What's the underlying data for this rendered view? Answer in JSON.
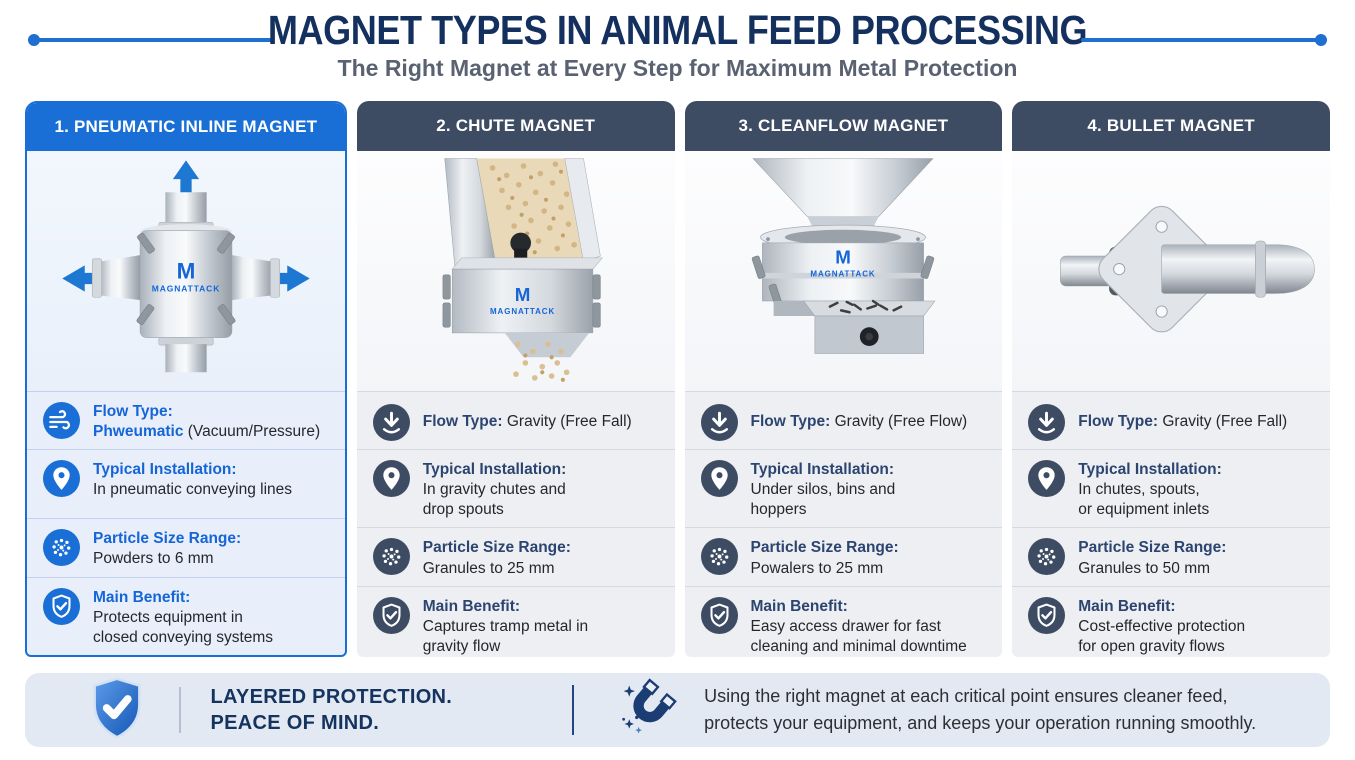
{
  "page": {
    "accent_blue": "#1a6fd6",
    "slate": "#3e4c63",
    "navy": "#14305e"
  },
  "header": {
    "title": "MAGNET TYPES IN ANIMAL FEED PROCESSING",
    "subtitle": "The Right Magnet at Every Step for Maximum Metal Protection"
  },
  "brand": "MAGNATTACK",
  "brand_m": "M",
  "columns": [
    {
      "title": "1. PNEUMATIC INLINE MAGNET",
      "specs": [
        {
          "icon": "wind-icon",
          "label": "Flow Type:",
          "accent": "\nPhweumatic",
          "value": " (Vacuum/Pressure)"
        },
        {
          "icon": "location-pin-icon",
          "label": "Typical Installation:",
          "accent": "",
          "value": "\nIn pneumatic conveying lines"
        },
        {
          "icon": "particles-icon",
          "label": "Particle Size Range:",
          "accent": "",
          "value": "\nPowders to 6 mm"
        },
        {
          "icon": "shield-check-icon",
          "label": "Main Benefit:",
          "accent": "",
          "value": "\nProtects equipment in\nclosed conveying systems"
        }
      ]
    },
    {
      "title": "2. CHUTE MAGNET",
      "specs": [
        {
          "icon": "down-arrow-icon",
          "label": "Flow Type:",
          "accent": "",
          "value": " Gravity (Free Fall)"
        },
        {
          "icon": "location-pin-icon",
          "label": "Typical Installation:",
          "accent": "",
          "value": "\nIn gravity chutes and\ndrop spouts"
        },
        {
          "icon": "particles-icon",
          "label": "Particle Size Range:",
          "accent": "",
          "value": "\nGranules to 25 mm"
        },
        {
          "icon": "shield-check-icon",
          "label": "Main Benefit:",
          "accent": "",
          "value": "\nCaptures tramp metal in\ngravity flow"
        }
      ]
    },
    {
      "title": "3. CLEANFLOW MAGNET",
      "specs": [
        {
          "icon": "down-arrow-icon",
          "label": "Flow Type:",
          "accent": "",
          "value": " Gravity (Free Flow)"
        },
        {
          "icon": "location-pin-icon",
          "label": "Typical Installation:",
          "accent": "",
          "value": "\nUnder silos, bins and\nhoppers"
        },
        {
          "icon": "particles-icon",
          "label": "Particle Size Range:",
          "accent": "",
          "value": "\nPowalers to 25 mm"
        },
        {
          "icon": "shield-check-icon",
          "label": "Main Benefit:",
          "accent": "",
          "value": "\nEasy access drawer for fast\ncleaning and minimal downtime"
        }
      ]
    },
    {
      "title": "4. BULLET MAGNET",
      "specs": [
        {
          "icon": "down-arrow-icon",
          "label": "Flow Type:",
          "accent": "",
          "value": " Gravity (Free Fall)"
        },
        {
          "icon": "location-pin-icon",
          "label": "Typical Installation:",
          "accent": "",
          "value": "\nIn chutes, spouts,\nor equipment inlets"
        },
        {
          "icon": "particles-icon",
          "label": "Particle Size Range:",
          "accent": "",
          "value": "\nGranules to 50 mm"
        },
        {
          "icon": "shield-check-icon",
          "label": "Main Benefit:",
          "accent": "",
          "value": "\nCost-effective protection\nfor open gravity flows"
        }
      ]
    }
  ],
  "footer": {
    "headline": "LAYERED PROTECTION.\nPEACE OF MIND.",
    "body": "Using the right magnet at each critical point ensures cleaner feed,\nprotects your equipment, and keeps your operation running smoothly."
  }
}
